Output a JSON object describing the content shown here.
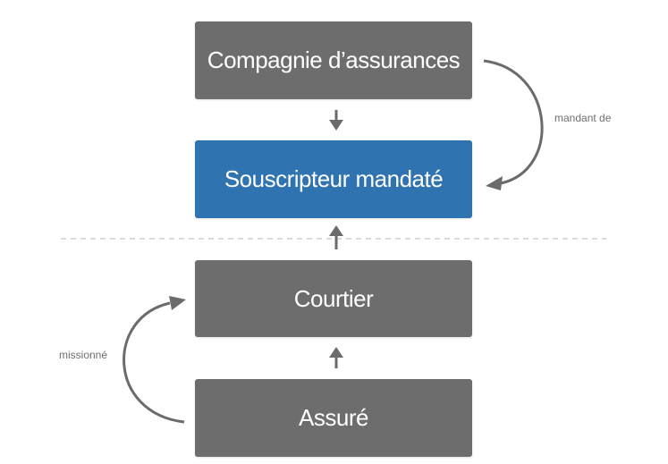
{
  "colors": {
    "box_gray": "#6d6d6d",
    "box_blue": "#2f73b0",
    "arrow": "#6b6b6b",
    "divider": "#cfcfcf"
  },
  "nodes": {
    "company": "Compagnie d’assurances",
    "underwriter": "Souscripteur mandaté",
    "broker": "Courtier",
    "insured": "Assuré"
  },
  "relations": {
    "mandant_de": "mandant de",
    "missionne": "missionné"
  }
}
